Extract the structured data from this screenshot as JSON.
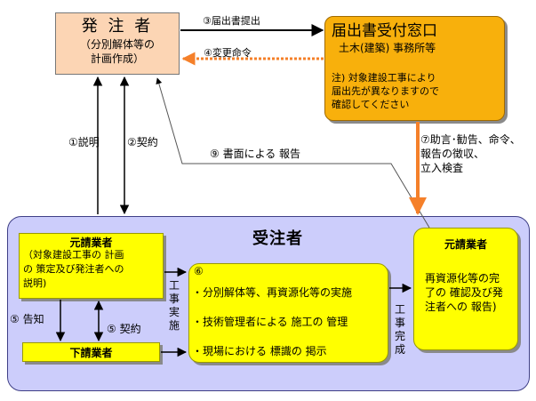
{
  "orderer": {
    "title": "発 注 者",
    "subtitle": "（分別解体等の\n計画作成）"
  },
  "office": {
    "title": "届出書受付窓口",
    "subtitle": "土木(建築) 事務所等",
    "note": "注) 対象建設工事により\n届出先が異なりますので\n確認してください"
  },
  "arrows": {
    "a3": "③届出書提出",
    "a4": "④変更命令",
    "a1": "①説明",
    "a2": "②契約",
    "a9": "⑨ 書面による 報告",
    "a7": "⑦助言･勧告、命令、\n報告の徴収、\n立入検査",
    "a5_notice": "⑤ 告知",
    "a5_contract": "⑤ 契約",
    "construction_impl": "工\n事\n実\n施",
    "construction_done": "工\n事\n完\n成"
  },
  "contractor": {
    "label": "受注者",
    "prime_left_title": "元請業者",
    "prime_left_body": "（対象建設工事の 計画\nの 策定及び発注者への\n説明)",
    "sub_title": "下請業者",
    "works_num": "⑥",
    "works_items": [
      "・分別解体等、再資源化等の実施",
      "・技術管理者による 施工の 管理",
      "・現場における 標識の 掲示"
    ],
    "prime_right_title": "元請業者",
    "prime_right_body": "再資源化等の完\n了の 確認及び発\n注者への 報告)"
  },
  "colors": {
    "orderer_fill": "#fcd5b4",
    "office_fill": "#f8b00c",
    "contractor_bg": "#cccdfb",
    "yellow_box": "#ffff00",
    "orange_arrow": "#f5802a"
  }
}
